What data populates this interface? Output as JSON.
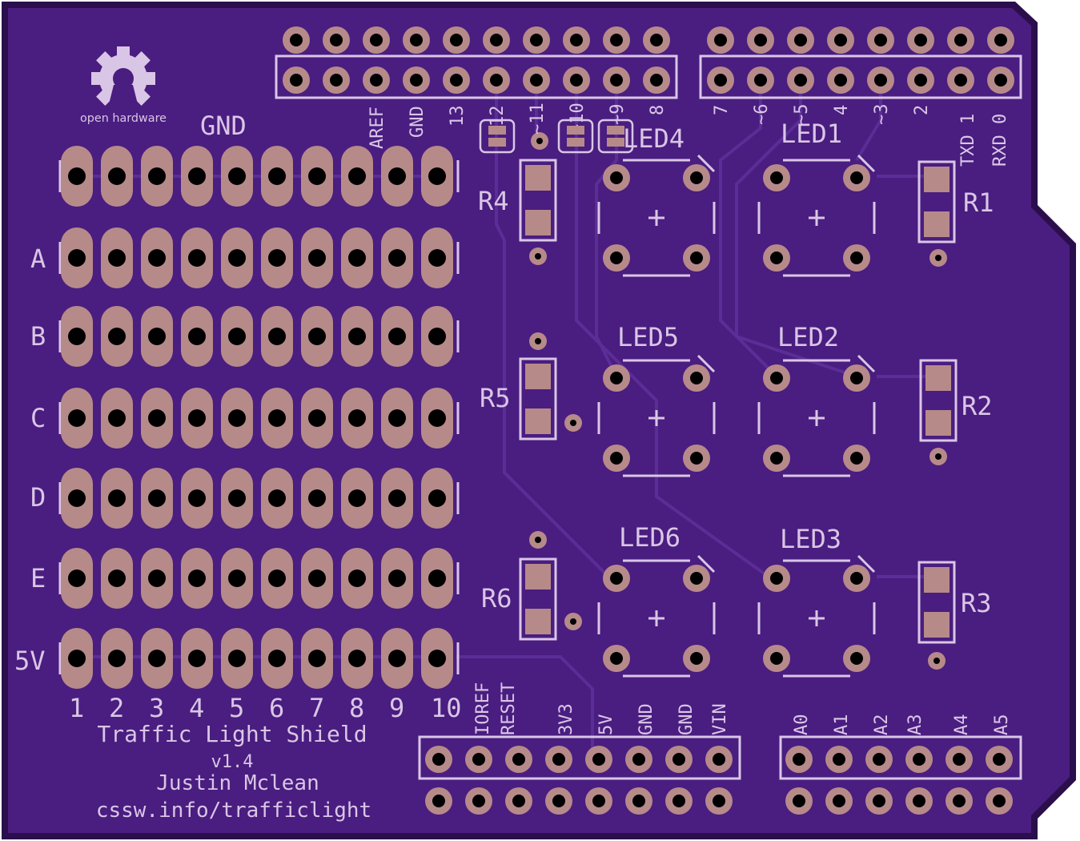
{
  "header_pins": {
    "left_labels": [
      "AREF",
      "GND",
      "13",
      "12",
      "~11",
      "~10",
      "~9",
      "8"
    ],
    "right_labels": [
      "7",
      "~6",
      "~5",
      "4",
      "~3",
      "2",
      "TXD 1",
      "RXD 0"
    ]
  },
  "power_pins": {
    "labels": [
      "IOREF",
      "RESET",
      "3V3",
      "5V",
      "GND",
      "GND",
      "VIN"
    ]
  },
  "analog_pins": {
    "labels": [
      "A0",
      "A1",
      "A2",
      "A3",
      "A4",
      "A5"
    ]
  },
  "proto": {
    "gnd_label": "GND",
    "row_labels": [
      "A",
      "B",
      "C",
      "D",
      "E",
      "5V"
    ],
    "column_labels": [
      "1",
      "2",
      "3",
      "4",
      "5",
      "6",
      "7",
      "8",
      "9",
      "10"
    ]
  },
  "leds": [
    "LED1",
    "LED2",
    "LED3",
    "LED4",
    "LED5",
    "LED6"
  ],
  "resistors": [
    "R1",
    "R2",
    "R3",
    "R4",
    "R5",
    "R6"
  ],
  "logo": {
    "text": "open hardware"
  },
  "credits": {
    "title": "Traffic Light Shield",
    "version": "v1.4",
    "author": "Justin Mclean",
    "url": "cssw.info/trafficlight"
  },
  "colors": {
    "board": "#4a1d80",
    "board_edge": "#2a0f4c",
    "pad": "#b78a8a",
    "silk": "#d9c6e6",
    "trace": "#5b2d96"
  }
}
